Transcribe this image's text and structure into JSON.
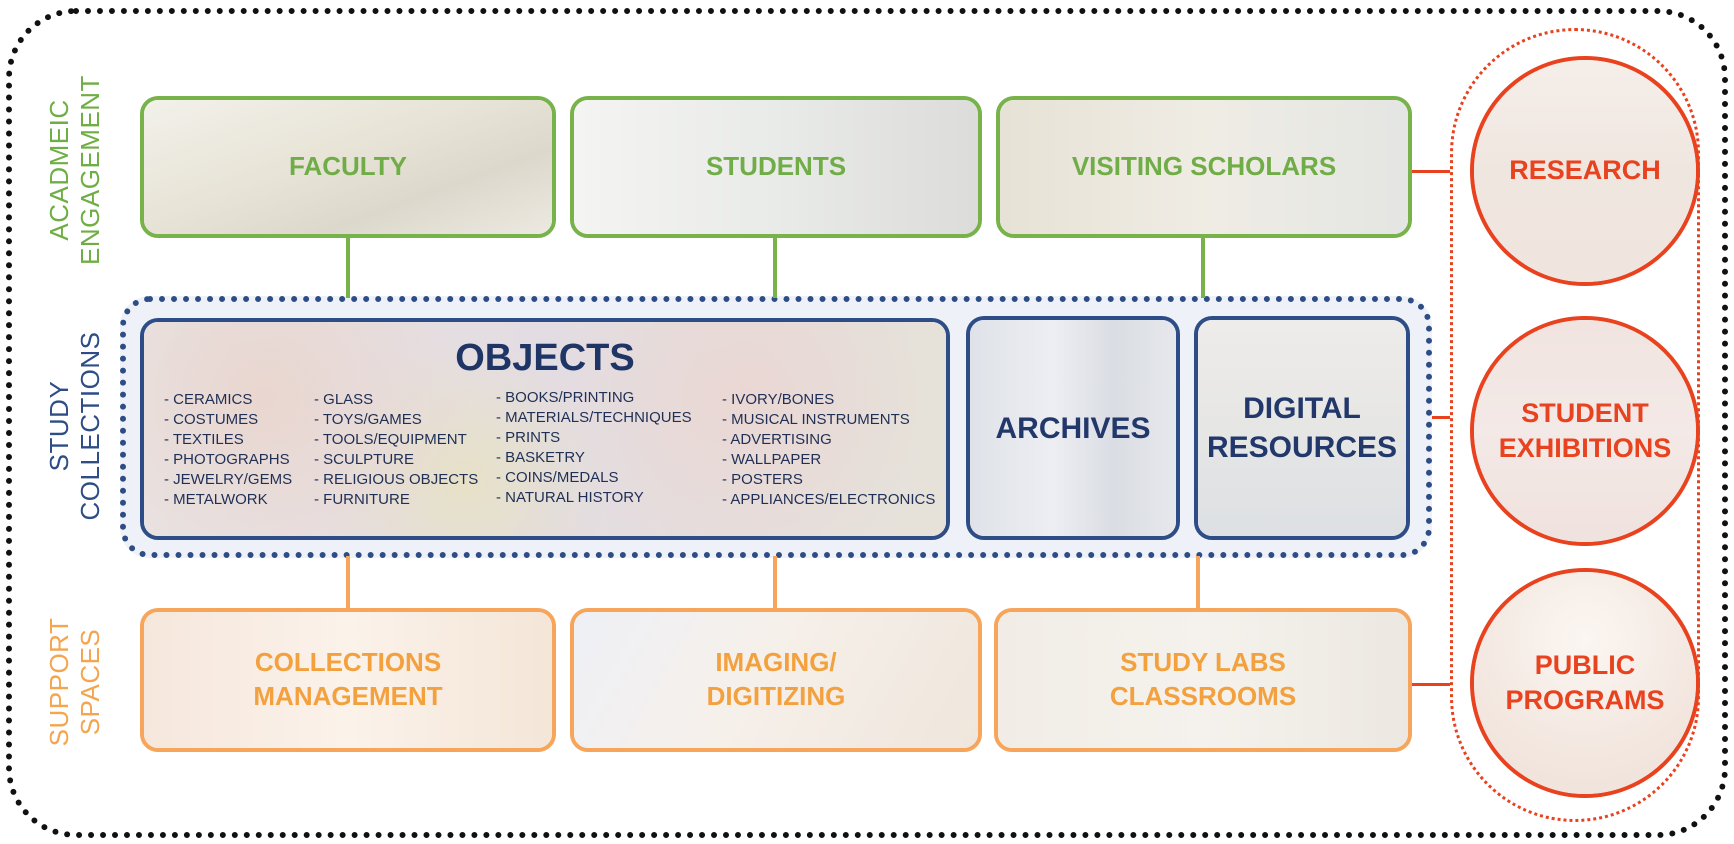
{
  "side_labels": {
    "academic": [
      "ACADMEIC",
      "ENGAGEMENT"
    ],
    "study": [
      "STUDY",
      "COLLECTIONS"
    ],
    "support": [
      "SUPPORT",
      "SPACES"
    ]
  },
  "engagement": {
    "faculty": "FACULTY",
    "students": "STUDENTS",
    "visiting": "VISITING SCHOLARS"
  },
  "collections": {
    "objects_title": "OBJECTS",
    "columns": [
      [
        "- CERAMICS",
        "- COSTUMES",
        "- TEXTILES",
        "- PHOTOGRAPHS",
        "- JEWELRY/GEMS",
        "- METALWORK"
      ],
      [
        "- GLASS",
        "- TOYS/GAMES",
        "- TOOLS/EQUIPMENT",
        "- SCULPTURE",
        "- RELIGIOUS OBJECTS",
        "- FURNITURE"
      ],
      [
        "- BOOKS/PRINTING",
        "- MATERIALS/TECHNIQUES",
        "- PRINTS",
        "- BASKETRY",
        "- COINS/MEDALS",
        "- NATURAL HISTORY"
      ],
      [
        "- IVORY/BONES",
        "- MUSICAL INSTRUMENTS",
        "- ADVERTISING",
        "- WALLPAPER",
        "- POSTERS",
        "- APPLIANCES/ELECTRONICS"
      ]
    ],
    "archives": "ARCHIVES",
    "digital": [
      "DIGITAL",
      "RESOURCES"
    ]
  },
  "support": {
    "collections_mgmt": [
      "COLLECTIONS",
      "MANAGEMENT"
    ],
    "imaging": [
      "IMAGING/",
      "DIGITIZING"
    ],
    "labs": [
      "STUDY LABS",
      "CLASSROOMS"
    ]
  },
  "outcomes": {
    "research": "RESEARCH",
    "exhibitions": [
      "STUDENT",
      "EXHIBITIONS"
    ],
    "programs": [
      "PUBLIC",
      "PROGRAMS"
    ]
  },
  "colors": {
    "engagement": "#70AD47",
    "collections": "#2E4D87",
    "support": "#F4A54F",
    "outcomes": "#E8421F",
    "frame": "#111111"
  }
}
